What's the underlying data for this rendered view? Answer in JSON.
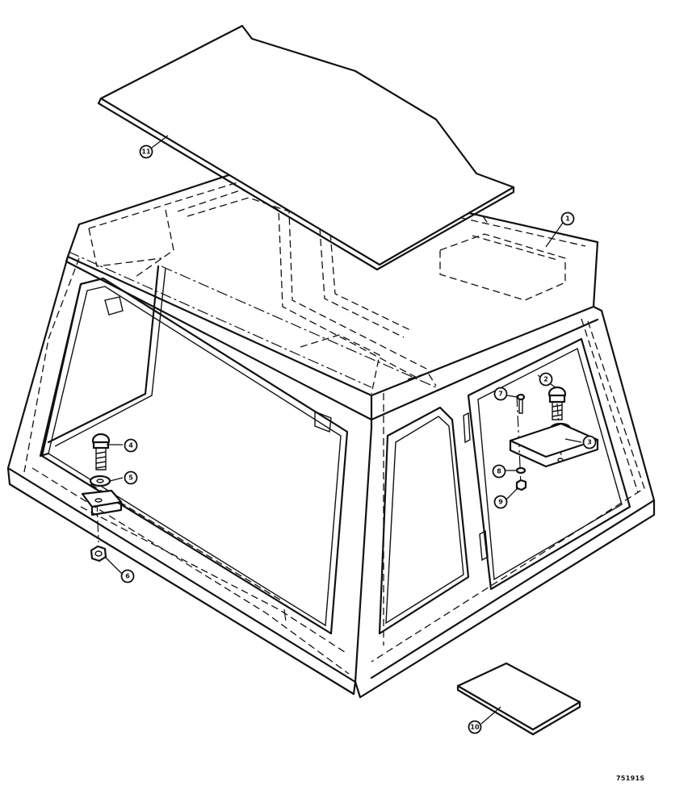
{
  "figure_id": "75191S",
  "callouts": [
    "11",
    "1",
    "2",
    "3",
    "4",
    "5",
    "6",
    "7",
    "8",
    "9",
    "10"
  ]
}
